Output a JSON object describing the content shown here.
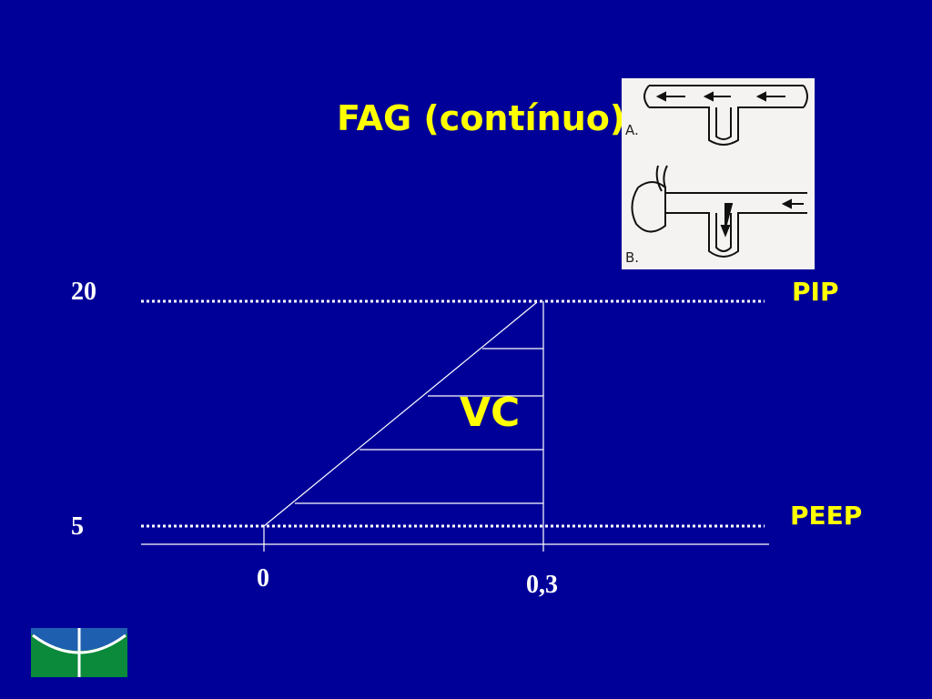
{
  "title": "FAG (contínuo)",
  "inset": {
    "label_a": "A.",
    "label_b": "B."
  },
  "y_ticks": {
    "top": "20",
    "bottom": "5"
  },
  "x_ticks": {
    "start": "0",
    "end": "0,3"
  },
  "right_labels": {
    "top": "PIP",
    "bottom": "PEEP"
  },
  "area_label": "VC",
  "colors": {
    "background": "#000099",
    "accent": "#ffff00",
    "text": "#ffffff",
    "logo_blue": "#1f5fb0",
    "logo_green": "#0a8a3a"
  }
}
